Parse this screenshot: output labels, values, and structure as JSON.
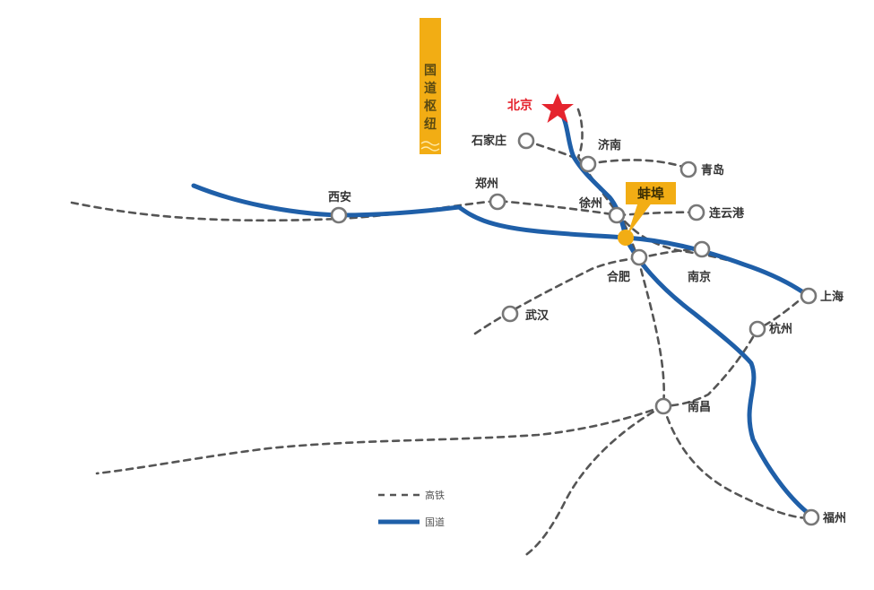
{
  "banner": {
    "text": [
      "国",
      "道",
      "枢",
      "纽"
    ]
  },
  "capital": {
    "name": "北京"
  },
  "highlight": {
    "name": "蚌埠"
  },
  "cities": {
    "shijiazhuang": "石家庄",
    "jinan": "济南",
    "qingdao": "青岛",
    "xian": "西安",
    "zhengzhou": "郑州",
    "xuzhou": "徐州",
    "lianyungang": "连云港",
    "hefei": "合肥",
    "nanjing": "南京",
    "shanghai": "上海",
    "wuhan": "武汉",
    "hangzhou": "杭州",
    "nanchang": "南昌",
    "fuzhou": "福州"
  },
  "legend": {
    "rail_label": "高铁",
    "highway_label": "国道"
  },
  "colors": {
    "highway": "#1f5fa8",
    "rail": "#555555",
    "accent": "#f2ad14",
    "capital_star": "#e5242e",
    "node_stroke": "#777777"
  }
}
